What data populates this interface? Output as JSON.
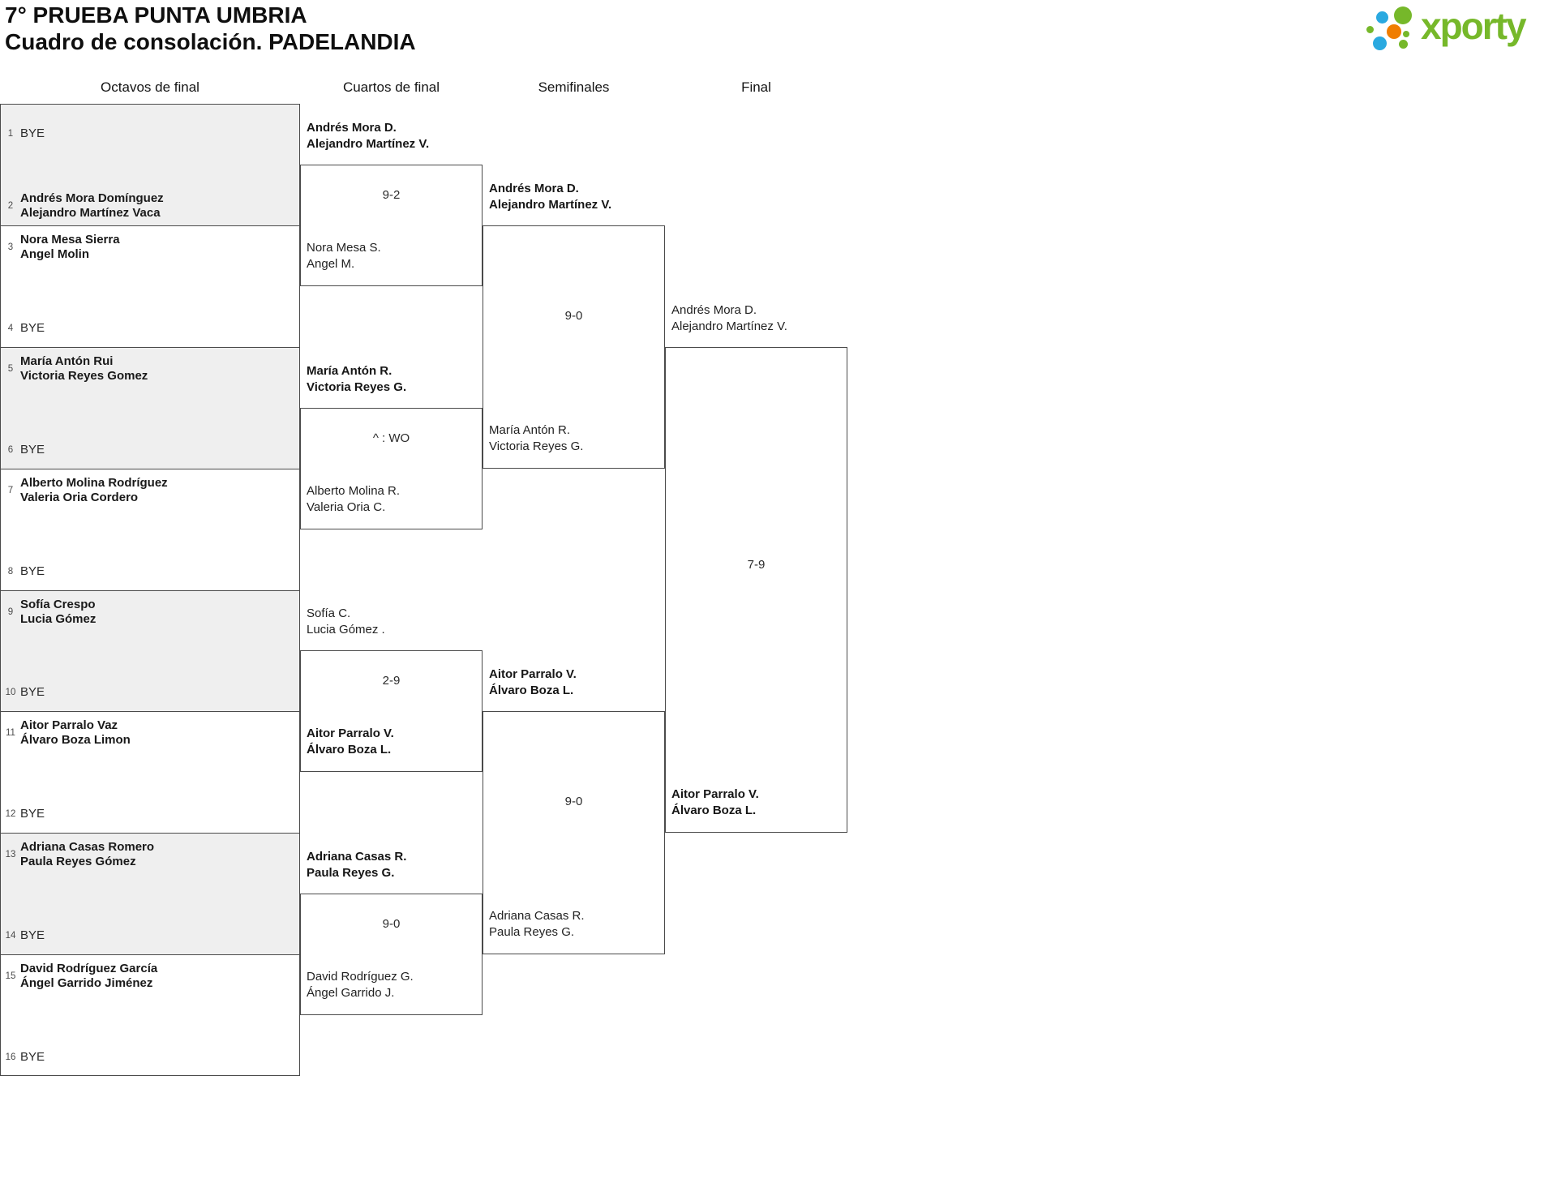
{
  "title": {
    "line1": "7° PRUEBA PUNTA UMBRIA",
    "line2": "Cuadro de consolación. PADELANDIA"
  },
  "logo": {
    "text": "xporty",
    "colors": {
      "green": "#76b82a",
      "blue": "#2aa9e0",
      "orange": "#f07d00"
    }
  },
  "round_headers": [
    "Octavos de final",
    "Cuartos de final",
    "Semifinales",
    "Final"
  ],
  "bracket": {
    "octavos": [
      {
        "num": "1",
        "lines": [
          "BYE"
        ],
        "bye": true
      },
      {
        "num": "2",
        "lines": [
          "Andrés Mora Domínguez",
          "Alejandro Martínez Vaca"
        ]
      },
      {
        "num": "3",
        "lines": [
          "Nora Mesa Sierra",
          "Angel Molin"
        ]
      },
      {
        "num": "4",
        "lines": [
          "BYE"
        ],
        "bye": true
      },
      {
        "num": "5",
        "lines": [
          "María Antón Rui",
          "Victoria Reyes Gomez"
        ]
      },
      {
        "num": "6",
        "lines": [
          "BYE"
        ],
        "bye": true
      },
      {
        "num": "7",
        "lines": [
          "Alberto Molina Rodríguez",
          "Valeria Oria Cordero"
        ]
      },
      {
        "num": "8",
        "lines": [
          "BYE"
        ],
        "bye": true
      },
      {
        "num": "9",
        "lines": [
          "Sofía Crespo",
          "Lucia Gómez"
        ]
      },
      {
        "num": "10",
        "lines": [
          "BYE"
        ],
        "bye": true
      },
      {
        "num": "11",
        "lines": [
          "Aitor Parralo Vaz",
          "Álvaro Boza Limon"
        ]
      },
      {
        "num": "12",
        "lines": [
          "BYE"
        ],
        "bye": true
      },
      {
        "num": "13",
        "lines": [
          "Adriana Casas Romero",
          "Paula Reyes Gómez"
        ]
      },
      {
        "num": "14",
        "lines": [
          "BYE"
        ],
        "bye": true
      },
      {
        "num": "15",
        "lines": [
          "David Rodríguez García",
          "Ángel Garrido Jiménez"
        ]
      },
      {
        "num": "16",
        "lines": [
          "BYE"
        ],
        "bye": true
      }
    ],
    "quarterfinals": [
      {
        "top_team": [
          "Andrés Mora D.",
          "Alejandro Martínez V."
        ],
        "top_winner": true,
        "score": "9-2",
        "bottom_team": [
          "Nora Mesa S.",
          "Angel M."
        ],
        "bottom_winner": false
      },
      {
        "top_team": [
          "María Antón R.",
          "Victoria Reyes G."
        ],
        "top_winner": true,
        "score": "^ : WO",
        "bottom_team": [
          "Alberto Molina R.",
          "Valeria Oria C."
        ],
        "bottom_winner": false
      },
      {
        "top_team": [
          "Sofía C.",
          "Lucia Gómez ."
        ],
        "top_winner": false,
        "score": "2-9",
        "bottom_team": [
          "Aitor Parralo V.",
          "Álvaro Boza L."
        ],
        "bottom_winner": true
      },
      {
        "top_team": [
          "Adriana Casas R.",
          "Paula Reyes G."
        ],
        "top_winner": true,
        "score": "9-0",
        "bottom_team": [
          "David Rodríguez G.",
          "Ángel Garrido J."
        ],
        "bottom_winner": false
      }
    ],
    "semifinals": [
      {
        "top_team": [
          "Andrés Mora D.",
          "Alejandro Martínez V."
        ],
        "top_winner": true,
        "score": "9-0",
        "bottom_team": [
          "María Antón R.",
          "Victoria Reyes G."
        ],
        "bottom_winner": false
      },
      {
        "top_team": [
          "Aitor Parralo V.",
          "Álvaro Boza L."
        ],
        "top_winner": true,
        "score": "9-0",
        "bottom_team": [
          "Adriana Casas R.",
          "Paula Reyes G."
        ],
        "bottom_winner": false
      }
    ],
    "final": [
      {
        "top_team": [
          "Andrés Mora D.",
          "Alejandro Martínez V."
        ],
        "top_winner": false,
        "score": "7-9",
        "bottom_team": [
          "Aitor Parralo V.",
          "Álvaro Boza L."
        ],
        "bottom_winner": true
      }
    ]
  }
}
